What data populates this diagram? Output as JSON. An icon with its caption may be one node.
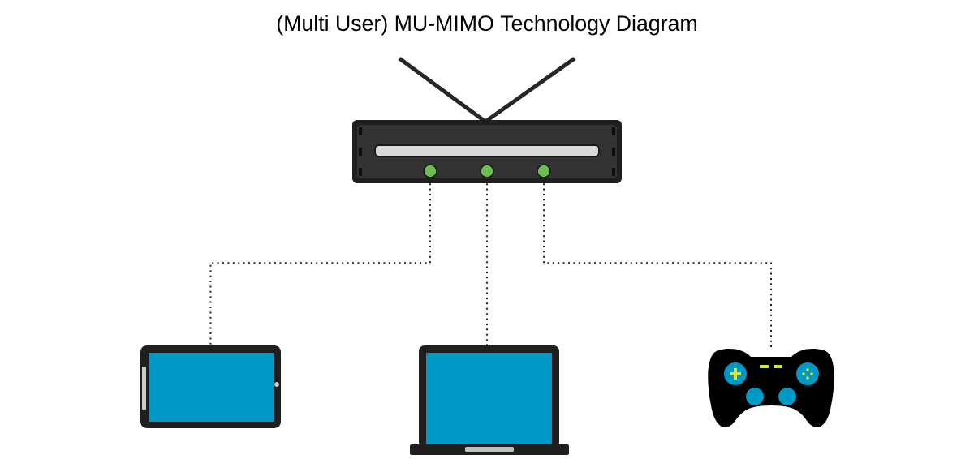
{
  "diagram": {
    "title": "(Multi User) MU-MIMO Technology Diagram",
    "nodes": [
      {
        "text": [],
        "shape": "picture"
      },
      {
        "text": [],
        "shape": "picture"
      },
      {
        "text": [],
        "shape": "picture"
      },
      {
        "text": [],
        "shape": "picture"
      }
    ],
    "edges": [
      {
        "from": 0,
        "to": 1,
        "arrow": "none",
        "style": "dashed"
      },
      {
        "from": 0,
        "to": 2,
        "arrow": "none",
        "style": "dashed"
      },
      {
        "from": 0,
        "to": 3,
        "arrow": "none",
        "style": "dashed"
      }
    ]
  }
}
